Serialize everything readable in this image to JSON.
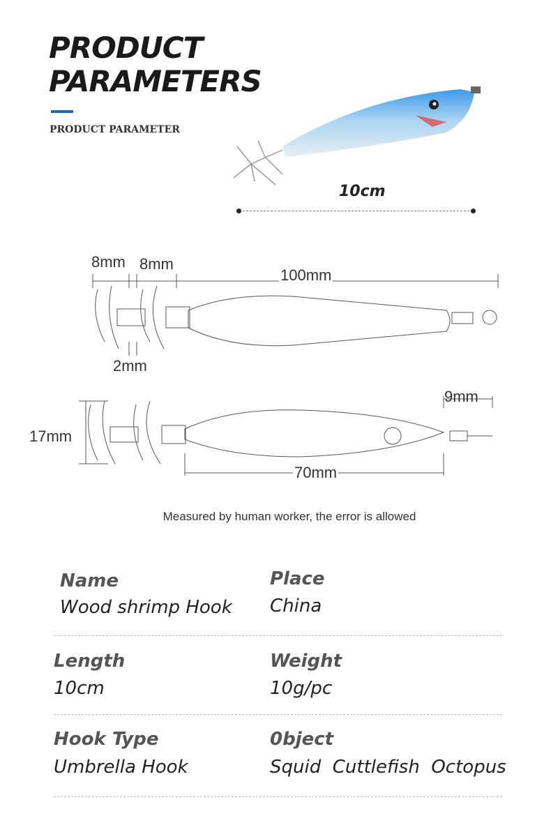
{
  "header": {
    "title_line1": "PRODUCT",
    "title_line2": "PARAMETERS",
    "subtitle": "PRODUCT PARAMETER",
    "accent": "#1e6bb8"
  },
  "photo": {
    "length_label": "10cm"
  },
  "diagram": {
    "top": {
      "hook_width": "8mm",
      "hook_width2": "8mm",
      "gap": "2mm",
      "total_length": "100mm"
    },
    "side": {
      "height": "17mm",
      "eye_length": "9mm",
      "body_length": "70mm"
    }
  },
  "note": "Measured by human worker, the error is allowed",
  "specs": [
    {
      "label": "Name",
      "value": "Wood shrimp Hook",
      "label2": "Place",
      "value2": "China"
    },
    {
      "label": "Length",
      "value": "10cm",
      "label2": "Weight",
      "value2": "10g/pc"
    },
    {
      "label": "Hook Type",
      "value": "Umbrella Hook",
      "label2": "0bject",
      "value2": "Squid  Cuttlefish  Octopus"
    }
  ]
}
